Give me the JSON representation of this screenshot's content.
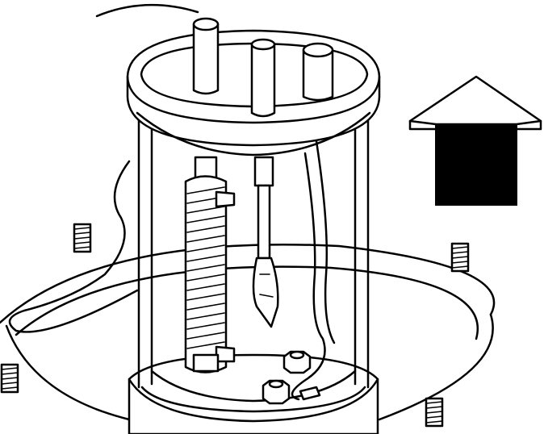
{
  "figure": {
    "type": "line-art technical illustration",
    "subject": "fuel-pump-sender-unit-removal",
    "text_labels": [],
    "colors": {
      "ink": "#000000",
      "paper": "#ffffff"
    },
    "arrow_direction": "up",
    "stud_count": 4
  }
}
